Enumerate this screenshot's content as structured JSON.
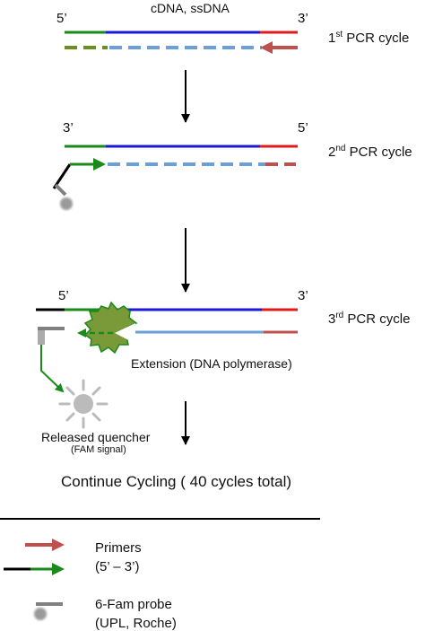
{
  "title": "cDNA, ssDNA",
  "cycles": [
    {
      "num": "1",
      "sup": "st",
      "rest": " PCR cycle",
      "left_end": "5’",
      "right_end": "3’"
    },
    {
      "num": "2",
      "sup": "nd",
      "rest": " PCR cycle",
      "left_end": "3’",
      "right_end": "5’"
    },
    {
      "num": "3",
      "sup": "rd",
      "rest": " PCR cycle",
      "left_end": "5’",
      "right_end": "3’"
    }
  ],
  "extension_label": "Extension (DNA polymerase)",
  "released_label": "Released quencher",
  "fam_signal": "(FAM signal)",
  "continue_label": "Continue Cycling ( 40 cycles total)",
  "legend": {
    "primers_label": "Primers",
    "primers_direction": "(5’ – 3’)",
    "probe_label": "6-Fam probe",
    "probe_source": "(UPL, Roche)"
  },
  "colors": {
    "green": "#1a8a1a",
    "blue": "#1a1ad6",
    "red": "#e01a1a",
    "light_blue": "#6a9fd8",
    "olive": "#6b8e23",
    "dark_red": "#c0504d",
    "probe_gray": "#808080",
    "polymerase": "#7a9a3a",
    "quencher_gray": "#bbbbbb"
  }
}
